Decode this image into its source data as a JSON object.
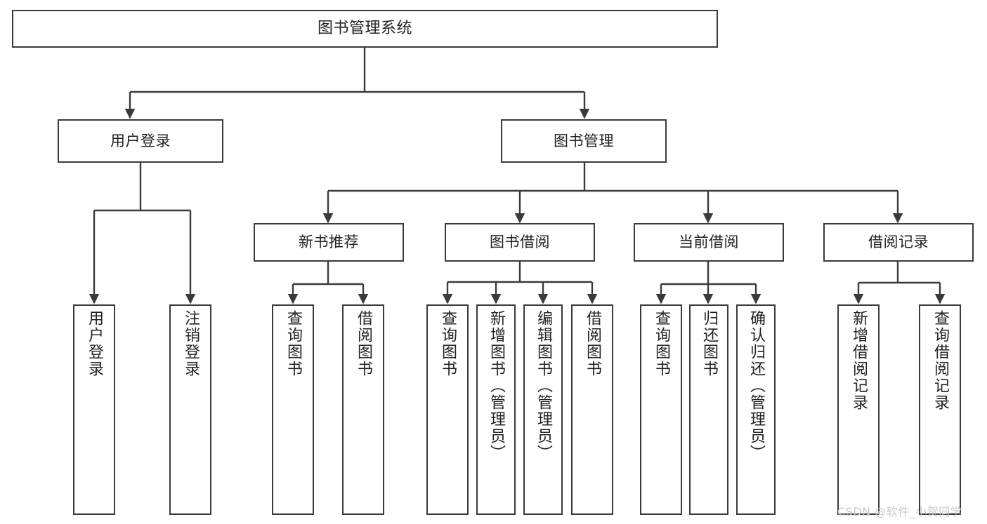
{
  "diagram": {
    "title": "图书管理系统",
    "type": "tree",
    "stroke_color": "#3a3a3a",
    "text_color": "#222222",
    "background_color": "#ffffff"
  },
  "nodes": {
    "root": {
      "label": "图书管理系统"
    },
    "level1": [
      {
        "id": "user-login",
        "label": "用户登录"
      },
      {
        "id": "book-manage",
        "label": "图书管理"
      }
    ],
    "level2": [
      {
        "id": "new-book-recommend",
        "label": "新书推荐"
      },
      {
        "id": "book-borrow",
        "label": "图书借阅"
      },
      {
        "id": "current-borrow",
        "label": "当前借阅"
      },
      {
        "id": "borrow-record",
        "label": "借阅记录"
      }
    ],
    "leaves": {
      "user_login": [
        {
          "id": "leaf-user-login",
          "label": "用户登录"
        },
        {
          "id": "leaf-logout-login",
          "label": "注销登录"
        }
      ],
      "new_book_recommend": [
        {
          "id": "leaf-query-book-1",
          "label": "查询图书"
        },
        {
          "id": "leaf-borrow-book-1",
          "label": "借阅图书"
        }
      ],
      "book_borrow": [
        {
          "id": "leaf-query-book-2",
          "label": "查询图书"
        },
        {
          "id": "leaf-add-book",
          "label": "新增图书（管理员）"
        },
        {
          "id": "leaf-edit-book",
          "label": "编辑图书（管理员）"
        },
        {
          "id": "leaf-borrow-book-2",
          "label": "借阅图书"
        }
      ],
      "current_borrow": [
        {
          "id": "leaf-query-book-3",
          "label": "查询图书"
        },
        {
          "id": "leaf-return-book",
          "label": "归还图书"
        },
        {
          "id": "leaf-confirm-return",
          "label": "确认归还（管理员）"
        }
      ],
      "borrow_record": [
        {
          "id": "leaf-add-record",
          "label": "新增借阅记录"
        },
        {
          "id": "leaf-query-record",
          "label": "查询借阅记录"
        }
      ]
    }
  },
  "watermark": {
    "text": "CSDN @软件_小贺同学"
  }
}
